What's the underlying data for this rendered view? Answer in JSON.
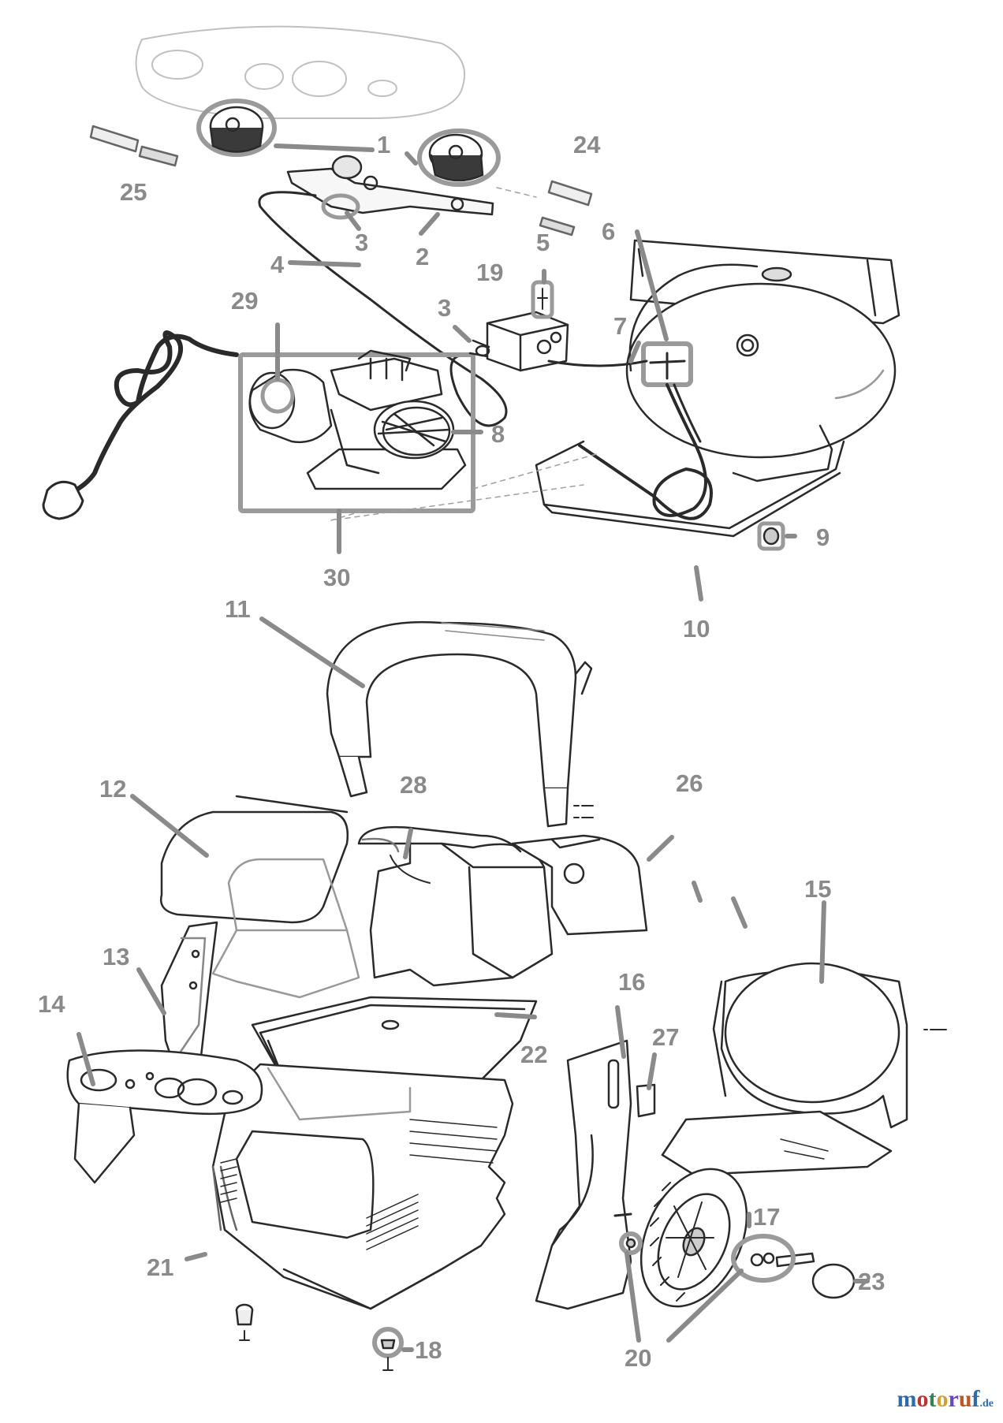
{
  "diagram": {
    "callouts": [
      {
        "id": "c1",
        "text": "1"
      },
      {
        "id": "c2",
        "text": "2"
      },
      {
        "id": "c3a",
        "text": "3"
      },
      {
        "id": "c3b",
        "text": "3"
      },
      {
        "id": "c4",
        "text": "4"
      },
      {
        "id": "c5",
        "text": "5"
      },
      {
        "id": "c6",
        "text": "6"
      },
      {
        "id": "c7",
        "text": "7"
      },
      {
        "id": "c8",
        "text": "8"
      },
      {
        "id": "c9",
        "text": "9"
      },
      {
        "id": "c10",
        "text": "10"
      },
      {
        "id": "c11",
        "text": "11"
      },
      {
        "id": "c12",
        "text": "12"
      },
      {
        "id": "c13",
        "text": "13"
      },
      {
        "id": "c14",
        "text": "14"
      },
      {
        "id": "c15",
        "text": "15"
      },
      {
        "id": "c16",
        "text": "16"
      },
      {
        "id": "c17",
        "text": "17"
      },
      {
        "id": "c18",
        "text": "18"
      },
      {
        "id": "c19",
        "text": "19"
      },
      {
        "id": "c20",
        "text": "20"
      },
      {
        "id": "c21",
        "text": "21"
      },
      {
        "id": "c22",
        "text": "22"
      },
      {
        "id": "c23",
        "text": "23"
      },
      {
        "id": "c24",
        "text": "24"
      },
      {
        "id": "c25",
        "text": "25"
      },
      {
        "id": "c26",
        "text": "26"
      },
      {
        "id": "c27",
        "text": "27"
      },
      {
        "id": "c28",
        "text": "28"
      },
      {
        "id": "c29",
        "text": "29"
      },
      {
        "id": "c30",
        "text": "30"
      }
    ]
  },
  "watermark": {
    "letters": [
      "m",
      "o",
      "t",
      "o",
      "r",
      "u",
      "f"
    ],
    "letter_colors": [
      "#2b6cb0",
      "#c53030",
      "#2f855a",
      "#d69e2e",
      "#6b46c1",
      "#c05621",
      "#2b6cb0"
    ],
    "suffix": ".de"
  },
  "colors": {
    "label": "#8a8a8a",
    "line": "#2a2a2a",
    "faint": "#b8b8b8",
    "leader": "#8a8a8a"
  }
}
